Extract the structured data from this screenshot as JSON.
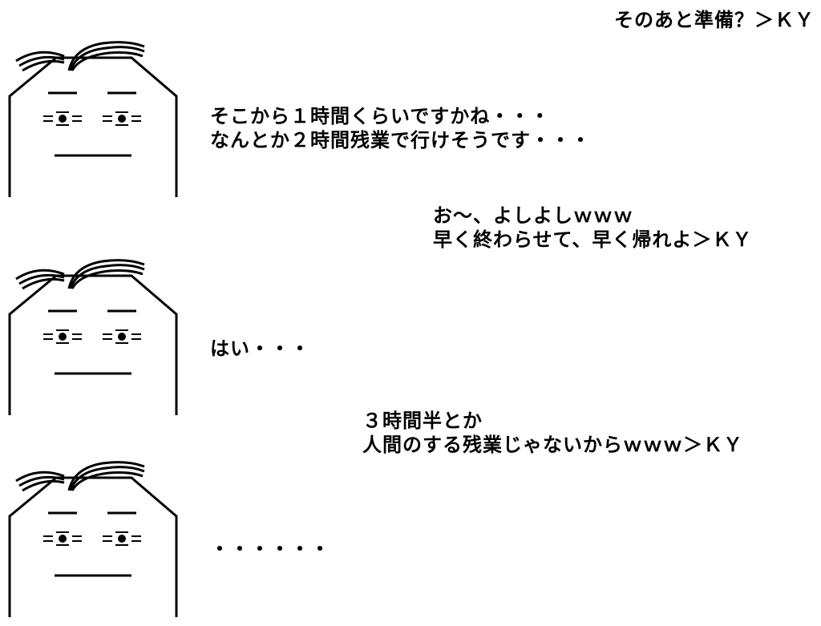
{
  "conversation": {
    "message_1": {
      "lines": [
        "そのあと準備？＞ＫＹ"
      ]
    },
    "message_2": {
      "lines": [
        "そこから１時間くらいですかね・・・",
        "なんとか２時間残業で行けそうです・・・"
      ]
    },
    "message_3": {
      "lines": [
        "お～、よしよしｗｗｗ",
        "早く終わらせて、早く帰れよ＞ＫＹ"
      ]
    },
    "message_4": {
      "lines": [
        "はい・・・"
      ]
    },
    "message_5": {
      "lines": [
        "３時間半とか",
        "人間のする残業じゃないからｗｗｗ＞ＫＹ"
      ]
    },
    "message_6": {
      "lines": [
        "・・・・・・"
      ]
    }
  },
  "colors": {
    "ink": "#000000",
    "background": "#ffffff"
  },
  "icons": {
    "face": "face-icon"
  }
}
